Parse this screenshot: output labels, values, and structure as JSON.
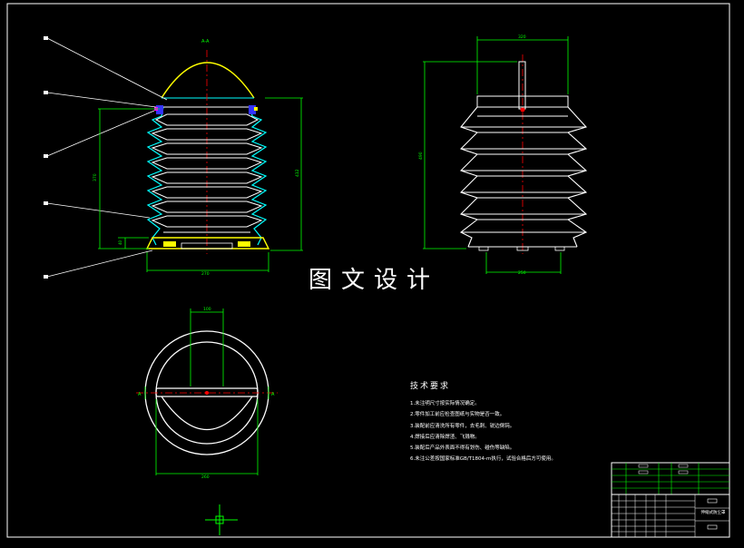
{
  "section_label": "A-A",
  "dims": {
    "top_width": "320",
    "front_height": "490",
    "front_base": "250",
    "section_height": "412",
    "section_height_left": "370",
    "section_small": "40",
    "section_base": "270",
    "plan_slot": "100",
    "plan_dia": "260",
    "cut_left": "A",
    "cut_right": "A"
  },
  "watermark": "图文设计",
  "notes": {
    "heading": "技术要求",
    "lines": [
      "1.未注明尺寸按实际情况确定。",
      "2.零件加工前应检查图纸与实物是否一致。",
      "3.装配前应清洗所有零件，去毛刺、锐边倒钝。",
      "4.焊接后应清除焊渣、飞溅物。",
      "5.装配后产品外表面不得有划伤、碰伤等缺陷。",
      "6.未注公差按国家标准GB/T1804-m执行，试验合格后方可使用。"
    ]
  },
  "title_block": {
    "title": "伸缩式防尘罩"
  },
  "colors": {
    "bg": "#000000",
    "line": "#ffffff",
    "green": "#00ff00",
    "cyan": "#00ffff",
    "yellow": "#ffff00",
    "red": "#ff0000",
    "blue": "#3333ff",
    "magenta": "#ff00ff"
  }
}
